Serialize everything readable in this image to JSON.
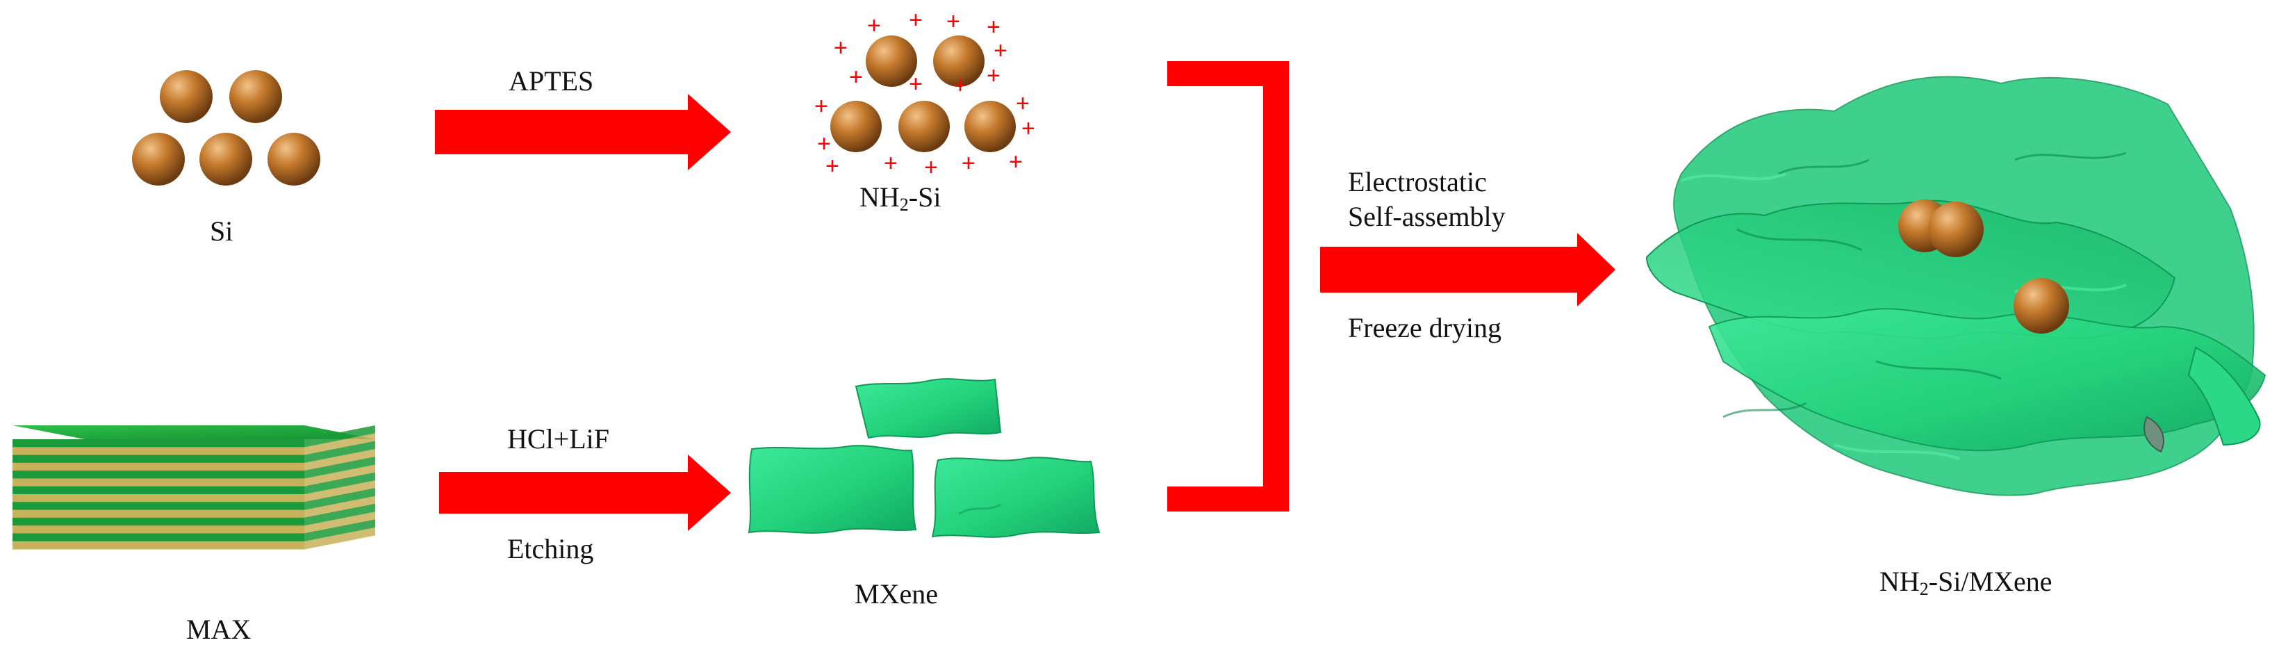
{
  "labels": {
    "si": "Si",
    "aptes": "APTES",
    "nh2_si_prefix": "NH",
    "nh2_si_sub": "2",
    "nh2_si_suffix": "-Si",
    "max": "MAX",
    "hcl_lif": "HCl+LiF",
    "etching": "Etching",
    "mxene": "MXene",
    "electrostatic": "Electrostatic",
    "self_assembly": "Self-assembly",
    "freeze_drying": "Freeze drying",
    "composite_prefix": "NH",
    "composite_sub": "2",
    "composite_suffix": "-Si/MXene"
  },
  "symbols": {
    "charge": "+"
  },
  "colors": {
    "arrow": "#ff0000",
    "si_particle": "#b86a1c",
    "mxene_sheet": "#22d17a",
    "mxene_sheet_dark": "#0fae5f",
    "max_green": "#1a9a3a",
    "max_yellow": "#c7b15a"
  }
}
